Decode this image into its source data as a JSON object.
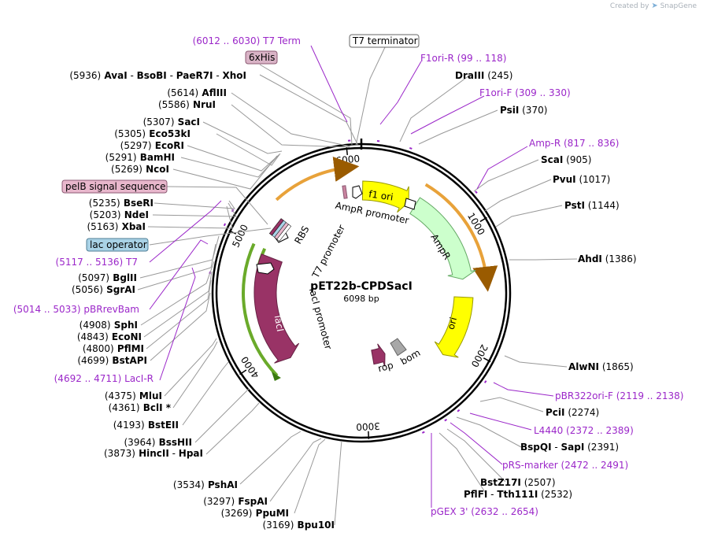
{
  "brand": {
    "created_by": "Created by",
    "product": "SnapGene"
  },
  "plasmid": {
    "name": "pET22b-CPDSacI",
    "size_label": "6098 bp",
    "length": 6098
  },
  "ticks": [
    {
      "pos": 1000,
      "label": "1000"
    },
    {
      "pos": 2000,
      "label": "2000"
    },
    {
      "pos": 3000,
      "label": "3000"
    },
    {
      "pos": 4000,
      "label": "4000"
    },
    {
      "pos": 5000,
      "label": "5000"
    },
    {
      "pos": 6000,
      "label": "6000"
    }
  ],
  "features": [
    {
      "name": "f1 ori",
      "start": 12,
      "end": 467,
      "dir": "+",
      "color": "#ffff00",
      "stroke": "#999900",
      "ring": "inner"
    },
    {
      "name": "AmpR",
      "start": 535,
      "end": 1395,
      "dir": "+",
      "color": "#ccffcc",
      "stroke": "#66aa66",
      "ring": "inner"
    },
    {
      "name": "ori",
      "start": 1566,
      "end": 2154,
      "dir": "+",
      "color": "#ffff00",
      "stroke": "#999900",
      "ring": "inner"
    },
    {
      "name": "lacI",
      "start": 3854,
      "end": 4933,
      "dir": "-",
      "color": "#993366",
      "stroke": "#662244",
      "ring": "inner2"
    },
    {
      "name": "rop",
      "start": 2690,
      "end": 2880,
      "dir": "-",
      "color": "#993366",
      "stroke": "#662244",
      "ring": "inner3"
    },
    {
      "name": "bom",
      "start": 2400,
      "end": 2540,
      "dir": "0",
      "color": "#a8a8a8",
      "stroke": "#666666",
      "ring": "inner3"
    }
  ],
  "feature_labels": [
    {
      "id": "f1-ori",
      "text": "f1 ori"
    },
    {
      "id": "ampr",
      "text": "AmpR"
    },
    {
      "id": "ori",
      "text": "ori"
    },
    {
      "id": "laci",
      "text": "lacI"
    },
    {
      "id": "laci-promoter",
      "text": "lacI promoter"
    },
    {
      "id": "ampr-promoter",
      "text": "AmpR promoter"
    },
    {
      "id": "t7-promoter",
      "text": "T7 promoter"
    },
    {
      "id": "rbs",
      "text": "RBS"
    },
    {
      "id": "rop",
      "text": "rop"
    },
    {
      "id": "bom",
      "text": "bom"
    }
  ],
  "enzymes_left": [
    {
      "pos_label": "(5936)",
      "names": [
        "AvaI",
        "BsoBI",
        "PaeR7I",
        "XhoI"
      ]
    },
    {
      "pos_label": "(5614)",
      "names": [
        "AflIII"
      ]
    },
    {
      "pos_label": "(5586)",
      "names": [
        "NruI"
      ]
    },
    {
      "pos_label": "(5307)",
      "names": [
        "SacI"
      ]
    },
    {
      "pos_label": "(5305)",
      "names": [
        "Eco53kI"
      ]
    },
    {
      "pos_label": "(5297)",
      "names": [
        "EcoRI"
      ]
    },
    {
      "pos_label": "(5291)",
      "names": [
        "BamHI"
      ]
    },
    {
      "pos_label": "(5269)",
      "names": [
        "NcoI"
      ]
    },
    {
      "pos_label": "(5235)",
      "names": [
        "BseRI"
      ]
    },
    {
      "pos_label": "(5203)",
      "names": [
        "NdeI"
      ]
    },
    {
      "pos_label": "(5163)",
      "names": [
        "XbaI"
      ]
    },
    {
      "pos_label": "(5097)",
      "names": [
        "BglII"
      ]
    },
    {
      "pos_label": "(5056)",
      "names": [
        "SgrAI"
      ]
    },
    {
      "pos_label": "(4908)",
      "names": [
        "SphI"
      ]
    },
    {
      "pos_label": "(4843)",
      "names": [
        "EcoNI"
      ]
    },
    {
      "pos_label": "(4800)",
      "names": [
        "PflMI"
      ]
    },
    {
      "pos_label": "(4699)",
      "names": [
        "BstAPI"
      ]
    },
    {
      "pos_label": "(4375)",
      "names": [
        "MluI"
      ]
    },
    {
      "pos_label": "(4361)",
      "names": [
        "BclI *"
      ]
    },
    {
      "pos_label": "(4193)",
      "names": [
        "BstEII"
      ]
    },
    {
      "pos_label": "(3964)",
      "names": [
        "BssHII"
      ]
    },
    {
      "pos_label": "(3873)",
      "names": [
        "HincII",
        "HpaI"
      ]
    },
    {
      "pos_label": "(3534)",
      "names": [
        "PshAI"
      ]
    },
    {
      "pos_label": "(3297)",
      "names": [
        "FspAI"
      ]
    },
    {
      "pos_label": "(3269)",
      "names": [
        "PpuMI"
      ]
    },
    {
      "pos_label": "(3169)",
      "names": [
        "Bpu10I"
      ]
    }
  ],
  "enzymes_right": [
    {
      "pos_label": "(245)",
      "names": [
        "DraIII"
      ]
    },
    {
      "pos_label": "(370)",
      "names": [
        "PsiI"
      ]
    },
    {
      "pos_label": "(905)",
      "names": [
        "ScaI"
      ]
    },
    {
      "pos_label": "(1017)",
      "names": [
        "PvuI"
      ]
    },
    {
      "pos_label": "(1144)",
      "names": [
        "PstI"
      ]
    },
    {
      "pos_label": "(1386)",
      "names": [
        "AhdI"
      ]
    },
    {
      "pos_label": "(1865)",
      "names": [
        "AlwNI"
      ]
    },
    {
      "pos_label": "(2274)",
      "names": [
        "PciI"
      ]
    },
    {
      "pos_label": "(2391)",
      "names": [
        "BspQI",
        "SapI"
      ]
    },
    {
      "pos_label": "(2507)",
      "names": [
        "BstZ17I"
      ]
    },
    {
      "pos_label": "(2532)",
      "names": [
        "PflFI",
        "Tth111I"
      ]
    }
  ],
  "primers": [
    {
      "name": "T7 Term",
      "range": "(6012 .. 6030)"
    },
    {
      "name": "F1ori-R",
      "range": "(99 .. 118)"
    },
    {
      "name": "F1ori-F",
      "range": "(309 .. 330)"
    },
    {
      "name": "Amp-R",
      "range": "(817 .. 836)"
    },
    {
      "name": "T7",
      "range": "(5117 .. 5136)"
    },
    {
      "name": "pBRrevBam",
      "range": "(5014 .. 5033)"
    },
    {
      "name": "LacI-R",
      "range": "(4692 .. 4711)"
    },
    {
      "name": "pBR322ori-F",
      "range": "(2119 .. 2138)"
    },
    {
      "name": "L4440",
      "range": "(2372 .. 2389)"
    },
    {
      "name": "pRS-marker",
      "range": "(2472 .. 2491)"
    },
    {
      "name": "pGEX 3'",
      "range": "(2632 .. 2654)"
    }
  ],
  "boxed_labels": [
    {
      "id": "t7-terminator",
      "text": "T7 terminator",
      "fill": "#ffffff",
      "stroke": "#666666"
    },
    {
      "id": "6xhis",
      "text": "6xHis",
      "fill": "#d9b3c6",
      "stroke": "#8c5a73"
    },
    {
      "id": "pelb",
      "text": "pelB signal sequence",
      "fill": "#e8b7cc",
      "stroke": "#8c5a73"
    },
    {
      "id": "lac-operator",
      "text": "lac operator",
      "fill": "#a9d2e6",
      "stroke": "#4f7f96"
    }
  ],
  "colors": {
    "primer": "#9b27c9",
    "backbone": "#000000",
    "orange_arrow": "#e8a23a",
    "green_arrow": "#6aaa2a"
  }
}
